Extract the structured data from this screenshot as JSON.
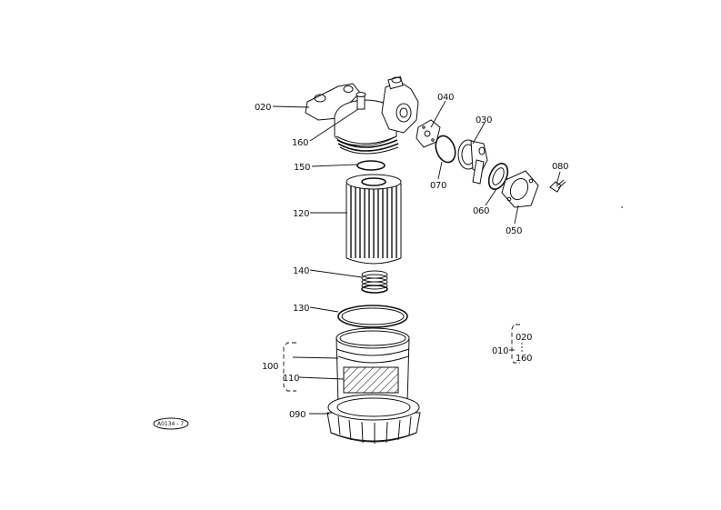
{
  "parts": {
    "p020": "020",
    "p160": "160",
    "p040": "040",
    "p030": "030",
    "p150": "150",
    "p070": "070",
    "p080": "080",
    "p060": "060",
    "p050": "050",
    "p120": "120",
    "p140": "140",
    "p130": "130",
    "p100": "100",
    "p110": "110",
    "p090": "090"
  },
  "assembly": {
    "id": "010",
    "members": [
      "020",
      "160"
    ]
  },
  "stamp": "A0134 - 7"
}
